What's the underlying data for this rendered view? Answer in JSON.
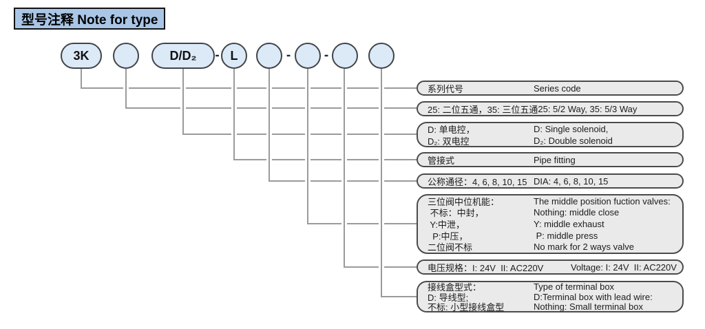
{
  "title": "型号注释 Note for type",
  "colors": {
    "accent-blue": "#a9c6e6",
    "shape-blue": "#dce9f7",
    "box-gray": "#eaeaea",
    "line-gray": "#9a9a9a",
    "border-dark": "#404448"
  },
  "model_code": {
    "series": "3K",
    "way": "",
    "solenoid": "D/D₂",
    "pipe": "L",
    "dia": "",
    "middle": "",
    "voltage": "",
    "terminal": "",
    "separator": "-"
  },
  "rows": [
    {
      "lines": [
        {
          "zh": "系列代号",
          "en": "Series code"
        }
      ]
    },
    {
      "lines": [
        {
          "zh": "25: 二位五通，35: 三位五通",
          "en": "25: 5/2 Way, 35: 5/3 Way"
        }
      ]
    },
    {
      "lines": [
        {
          "zh": "D: 单电控，",
          "en": "D: Single solenoid,"
        },
        {
          "zh": "D₂: 双电控",
          "en": "D₂: Double solenoid"
        }
      ]
    },
    {
      "lines": [
        {
          "zh": "管接式",
          "en": "Pipe fitting"
        }
      ]
    },
    {
      "lines": [
        {
          "zh": "公称通径：4, 6, 8, 10, 15",
          "en": "DIA: 4, 6, 8, 10, 15"
        }
      ]
    },
    {
      "lines": [
        {
          "zh": "三位阀中位机能：",
          "en": "The middle position fuction valves:"
        },
        {
          "zh": " 不标：中封，",
          "en": "Nothing: middle close"
        },
        {
          "zh": " Y:中泄，",
          "en": "Y: middle exhaust"
        },
        {
          "zh": "  P:中压，",
          "en": " P: middle press"
        },
        {
          "zh": "二位阀不标",
          "en": "No mark for 2 ways valve"
        }
      ]
    },
    {
      "lines": [
        {
          "zh": "电压规格：I: 24V  II: AC220V",
          "en": "Voltage: I: 24V  II: AC220V"
        }
      ]
    },
    {
      "lines": [
        {
          "zh": "接线盒型式：",
          "en": "Type of terminal box"
        },
        {
          "zh": "D: 导线型;",
          "en": "D:Terminal box with lead wire:"
        },
        {
          "zh": "不标: 小型接线盒型",
          "en": "Nothing: Small terminal box"
        }
      ]
    }
  ]
}
